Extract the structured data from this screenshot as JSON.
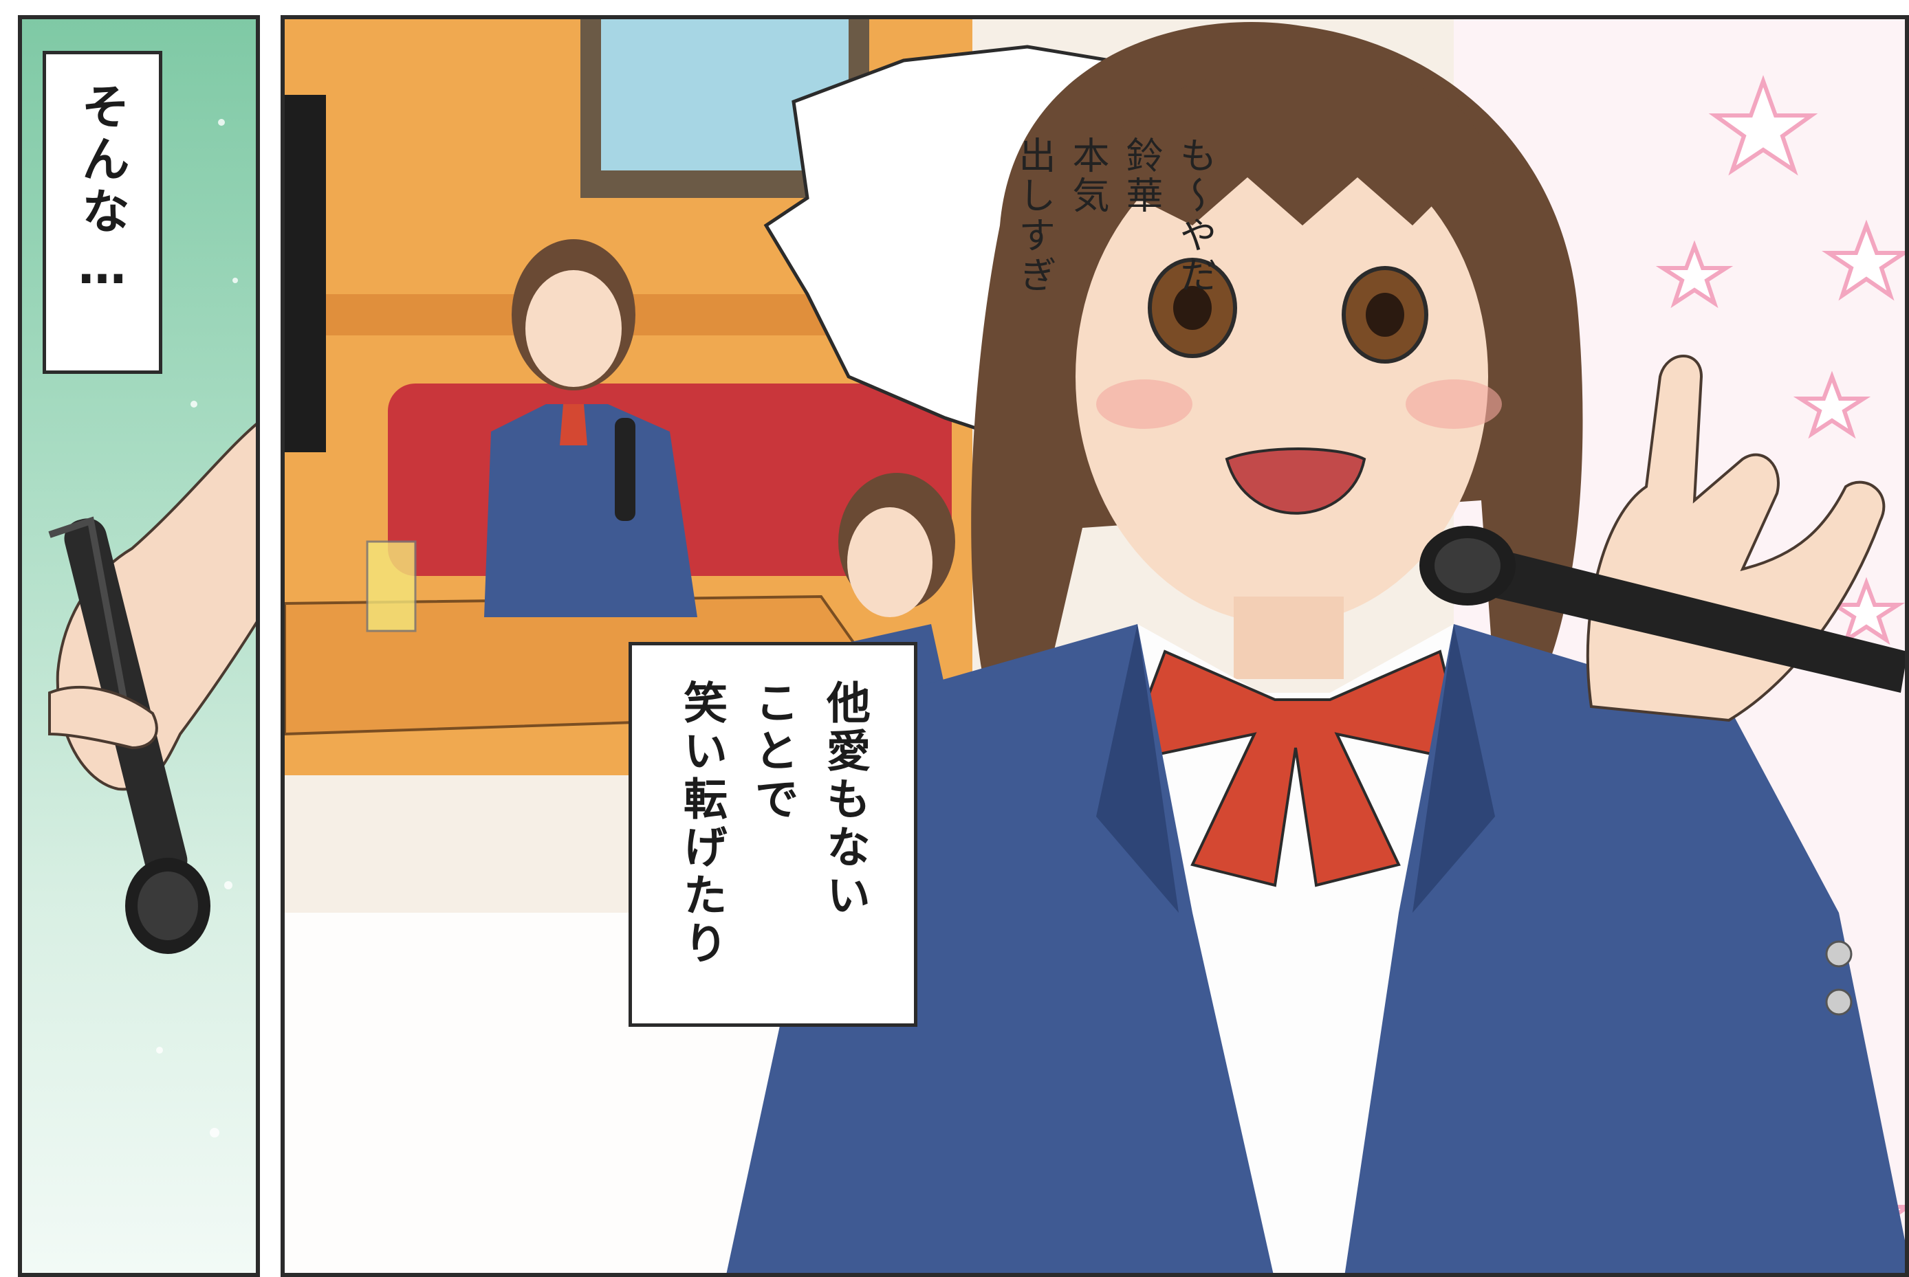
{
  "captions": {
    "left": "そんな…",
    "main_lines": [
      "他愛もない",
      "ことで",
      "笑い転げたり"
    ]
  },
  "speech_bubble": {
    "lines": [
      "も〜やだ",
      "鈴華",
      "本気",
      "出しすぎ"
    ]
  },
  "colors": {
    "blazer": "#3f5a93",
    "blazer_shade": "#2e4577",
    "hair": "#6a4a34",
    "skin": "#f8dcc6",
    "ribbon": "#d44832",
    "sofa": "#c9363b",
    "wall": "#f0a950",
    "panel_green": "#7fc9a5",
    "star": "#f3a6c0"
  }
}
